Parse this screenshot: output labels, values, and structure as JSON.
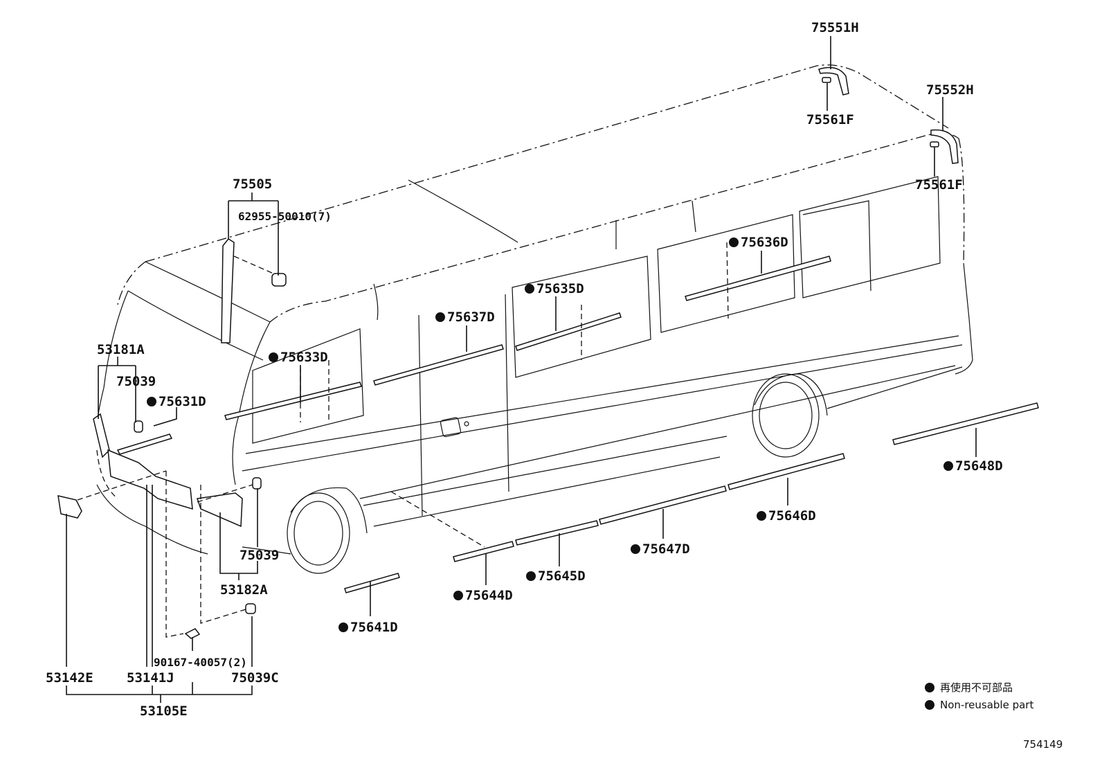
{
  "diagram_id": "754149",
  "legend": [
    {
      "text": "再使用不可部品"
    },
    {
      "text": "Non-reusable part"
    }
  ],
  "parts": {
    "p75551H": "75551H",
    "p75561F_top": "75561F",
    "p75552H": "75552H",
    "p75561F_right": "75561F",
    "p75505": "75505",
    "p62955": "62955-50010(7)",
    "p75636D": "75636D",
    "p75635D": "75635D",
    "p75637D": "75637D",
    "p75633D": "75633D",
    "p53181A": "53181A",
    "p75039_upper": "75039",
    "p75631D": "75631D",
    "p75648D": "75648D",
    "p75646D": "75646D",
    "p75647D": "75647D",
    "p75645D": "75645D",
    "p75644D": "75644D",
    "p75641D": "75641D",
    "p75039_lower": "75039",
    "p53182A": "53182A",
    "p90167": "90167-40057(2)",
    "p53142E": "53142E",
    "p53141J": "53141J",
    "p75039C": "75039C",
    "p53105E": "53105E"
  }
}
